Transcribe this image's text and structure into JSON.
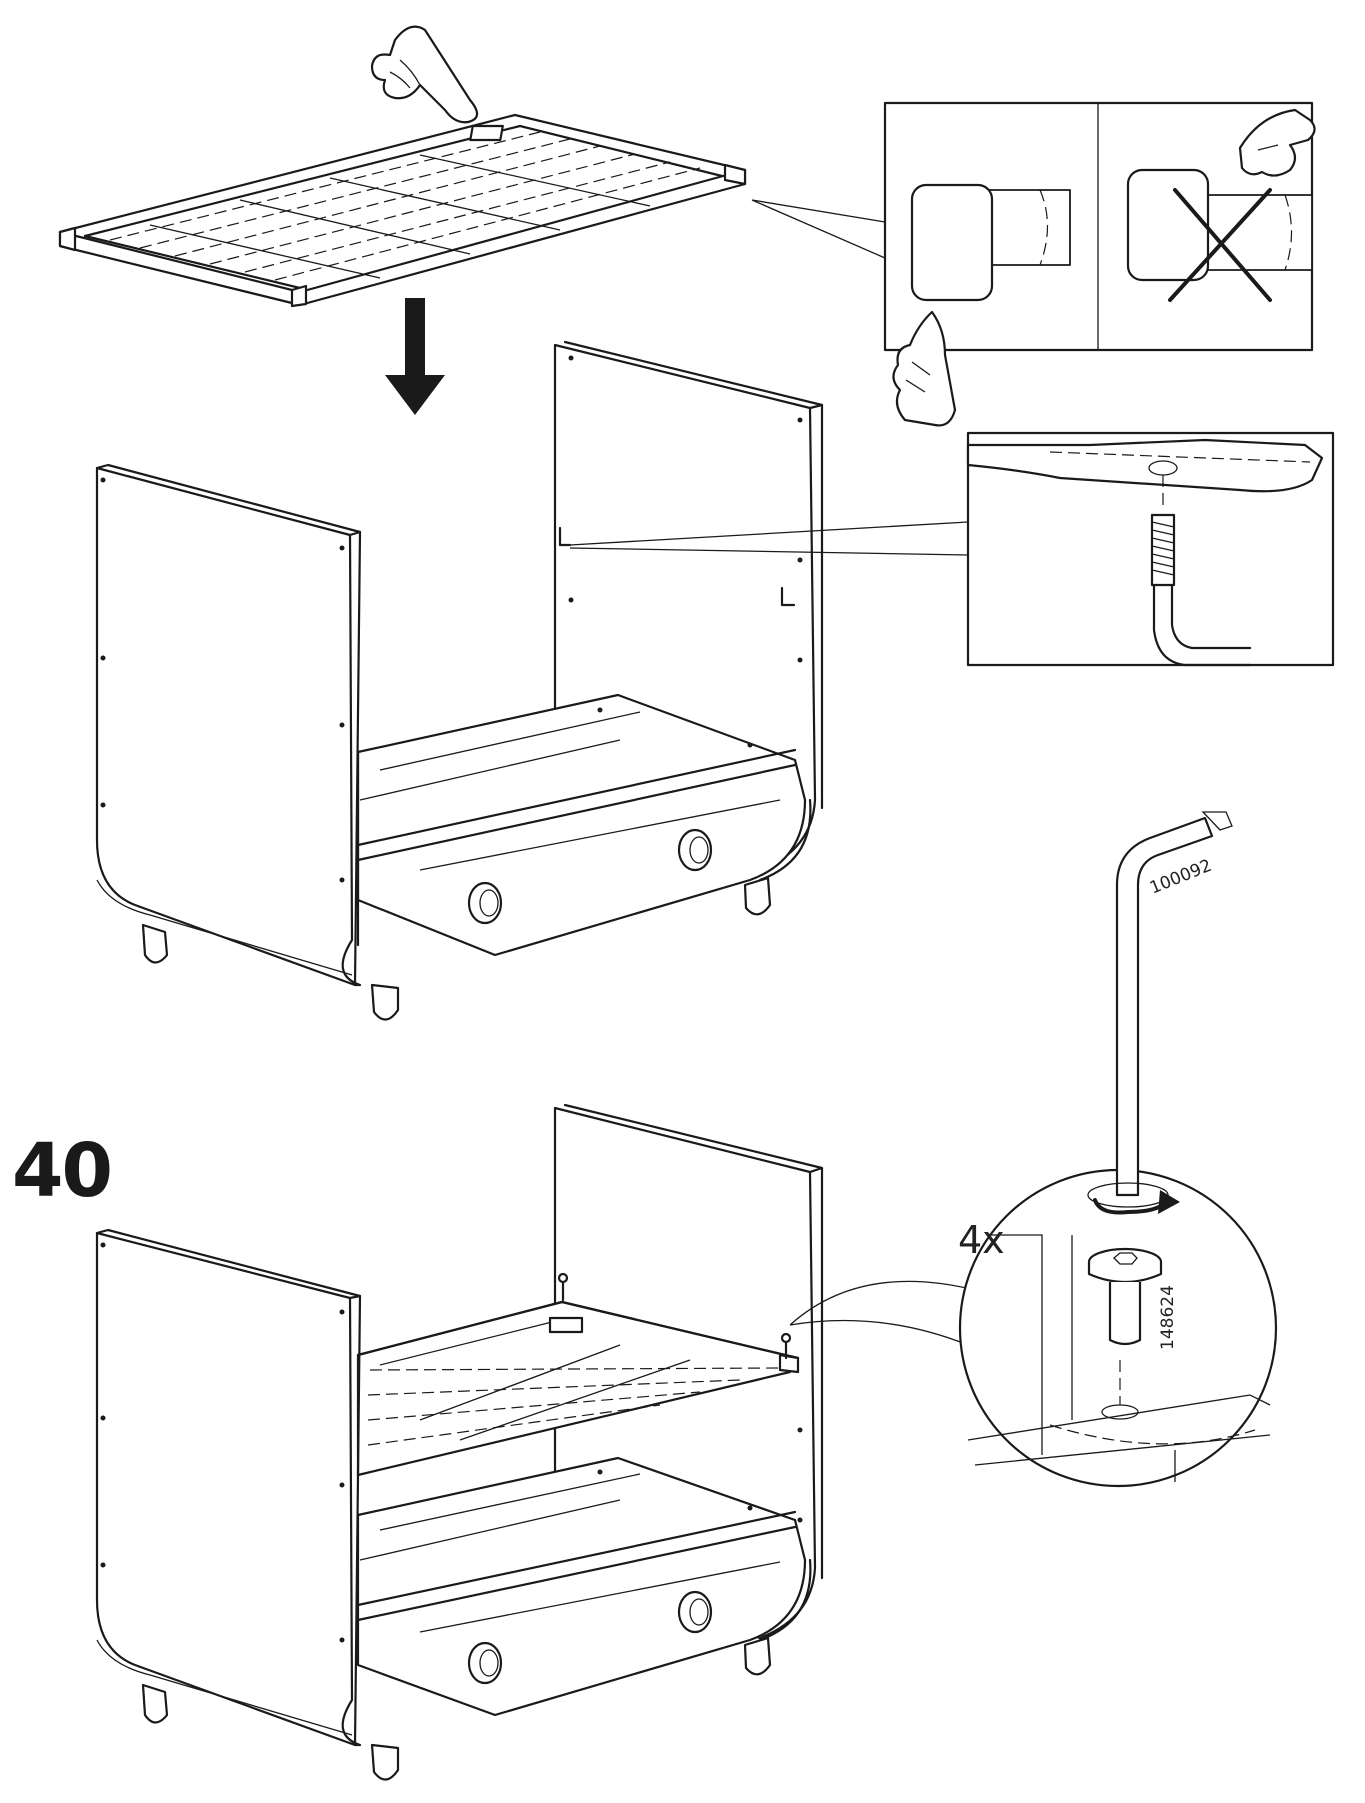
{
  "step": {
    "number": "40"
  },
  "fastener": {
    "quantity": "4x",
    "bolt_part_number": "148624"
  },
  "tool": {
    "allen_key_part_number": "100092"
  },
  "icons": {
    "hand": "pointing-hand-icon",
    "wrong": "cross-icon",
    "arrow": "down-arrow-icon",
    "rotate": "rotate-arrow-icon"
  }
}
